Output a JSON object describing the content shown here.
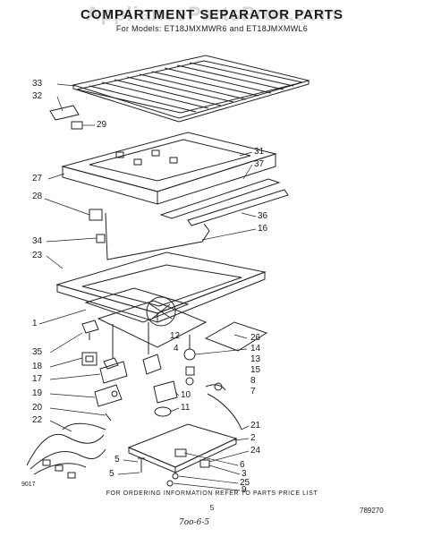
{
  "header": {
    "title": "COMPARTMENT SEPARATOR PARTS",
    "subtitle": "For Models: ET18JMXMWR6 and ET18JMXMWL6",
    "watermark": "AppliancePartsPros.com"
  },
  "callouts": {
    "c33": "33",
    "c32": "32",
    "c29": "29",
    "c31": "31",
    "c37": "37",
    "c27": "27",
    "c28": "28",
    "c36": "36",
    "c16": "16",
    "c34": "34",
    "c23": "23",
    "c1": "1",
    "c12": "12",
    "c4": "4",
    "c26": "26",
    "c14": "14",
    "c13": "13",
    "c15": "15",
    "c35": "35",
    "c18": "18",
    "c8": "8",
    "c7": "7",
    "c17": "17",
    "c10": "10",
    "c11": "11",
    "c19": "19",
    "c20": "20",
    "c21": "21",
    "c22": "22",
    "c2": "2",
    "c24": "24",
    "c6": "6",
    "c3": "3",
    "c5": "5",
    "c25": "25",
    "c9": "9"
  },
  "notes": {
    "code_left": "9017",
    "code_right": "789270"
  },
  "footer": {
    "instruction": "FOR ORDERING INFORMATION REFER TO PARTS PRICE LIST",
    "page_number": "5",
    "handwritten": "7oo-6-5"
  }
}
